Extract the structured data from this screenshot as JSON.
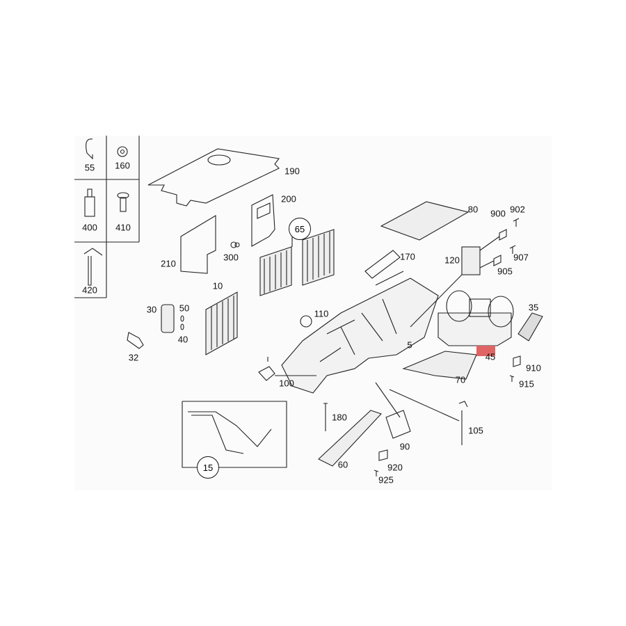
{
  "highlight_color": "#e06464",
  "highlighted_part": "45",
  "legend_parts": [
    "55",
    "160",
    "400",
    "410",
    "420"
  ],
  "circled_labels": [
    "65",
    "15"
  ],
  "labels": {
    "p55": "55",
    "p160": "160",
    "p400": "400",
    "p410": "410",
    "p420": "420",
    "p190": "190",
    "p200": "200",
    "p65": "65",
    "p210": "210",
    "p300": "300",
    "p10": "10",
    "p30": "30",
    "p50": "50",
    "p40": "40",
    "p32": "32",
    "p110": "110",
    "p80": "80",
    "p900": "900",
    "p902": "902",
    "p170": "170",
    "p120": "120",
    "p907": "907",
    "p905": "905",
    "p35": "35",
    "p5": "5",
    "p45": "45",
    "p910": "910",
    "p70": "70",
    "p915": "915",
    "p100": "100",
    "p180": "180",
    "p105": "105",
    "p90": "90",
    "p60": "60",
    "p920": "920",
    "p925": "925",
    "p15": "15"
  }
}
